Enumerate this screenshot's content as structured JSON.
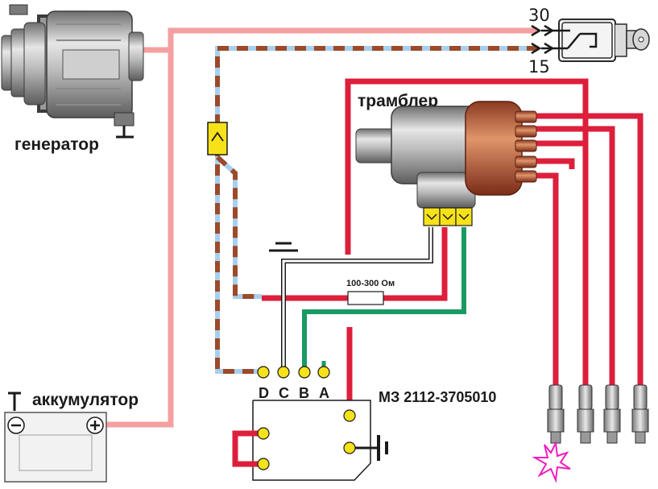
{
  "labels": {
    "generator": "генератор",
    "distributor": "трамблер",
    "battery": "аккумулятор",
    "module": "МЗ 2112-3705010",
    "resistor": "100-300 Ом",
    "ignition_30": "30",
    "ignition_15": "15",
    "pin_d": "D",
    "pin_c": "C",
    "pin_b": "B",
    "pin_a": "A"
  },
  "colors": {
    "power_wire": "#f4a0a0",
    "hv_wire": "#dd1f3b",
    "switched_wire_base": "#a8cfee",
    "switched_wire_dash": "#9b4a2a",
    "sensor_wire": "#1a9a63",
    "ground_wire": "#1a1a1a",
    "terminal": "#f2e600",
    "spark": "#ee1fbe"
  },
  "icons": {
    "generator": "alternator-icon",
    "distributor": "distributor-icon",
    "battery": "battery-icon",
    "key": "ignition-key-icon",
    "fuse": "fuse-icon",
    "spark_plug": "spark-plug-icon",
    "spark": "spark-icon",
    "ground": "ground-icon"
  }
}
